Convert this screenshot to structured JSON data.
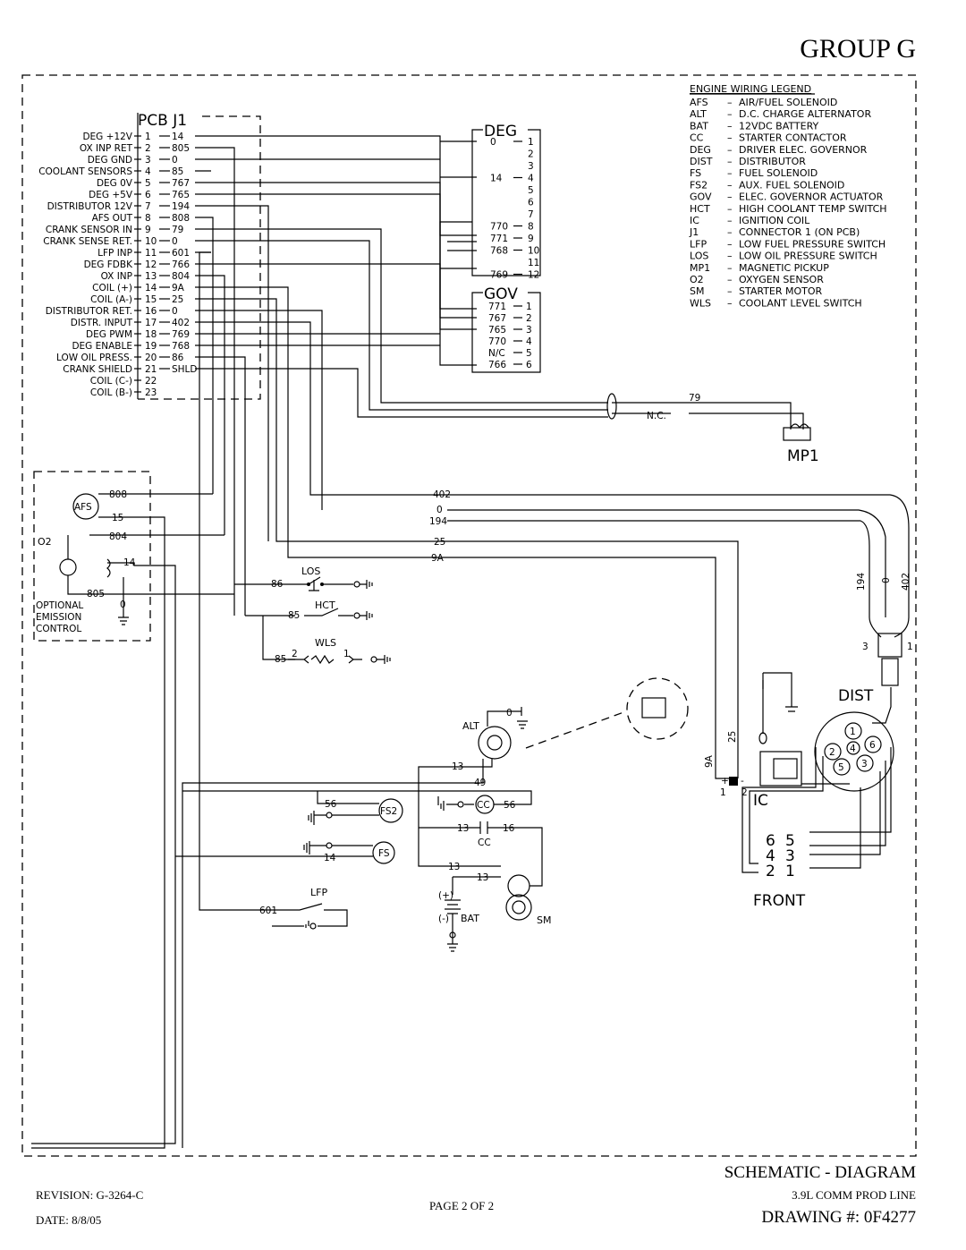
{
  "header": {
    "group": "GROUP G"
  },
  "pcb": {
    "title": "PCB J1",
    "pins": [
      {
        "name": "DEG +12V",
        "num": "1",
        "wire": "14"
      },
      {
        "name": "OX INP RET",
        "num": "2",
        "wire": "805"
      },
      {
        "name": "DEG GND",
        "num": "3",
        "wire": "0"
      },
      {
        "name": "COOLANT SENSORS",
        "num": "4",
        "wire": "85"
      },
      {
        "name": "DEG 0V",
        "num": "5",
        "wire": "767"
      },
      {
        "name": "DEG +5V",
        "num": "6",
        "wire": "765"
      },
      {
        "name": "DISTRIBUTOR 12V",
        "num": "7",
        "wire": "194"
      },
      {
        "name": "AFS OUT",
        "num": "8",
        "wire": "808"
      },
      {
        "name": "CRANK SENSOR IN",
        "num": "9",
        "wire": "79"
      },
      {
        "name": "CRANK SENSE RET.",
        "num": "10",
        "wire": "0"
      },
      {
        "name": "LFP INP",
        "num": "11",
        "wire": "601"
      },
      {
        "name": "DEG FDBK",
        "num": "12",
        "wire": "766"
      },
      {
        "name": "OX INP",
        "num": "13",
        "wire": "804"
      },
      {
        "name": "COIL (+)",
        "num": "14",
        "wire": "9A"
      },
      {
        "name": "COIL (A-)",
        "num": "15",
        "wire": "25"
      },
      {
        "name": "DISTRIBUTOR RET.",
        "num": "16",
        "wire": "0"
      },
      {
        "name": "DISTR. INPUT",
        "num": "17",
        "wire": "402"
      },
      {
        "name": "DEG PWM",
        "num": "18",
        "wire": "769"
      },
      {
        "name": "DEG ENABLE",
        "num": "19",
        "wire": "768"
      },
      {
        "name": "LOW OIL PRESS.",
        "num": "20",
        "wire": "86"
      },
      {
        "name": "CRANK SHIELD",
        "num": "21",
        "wire": "SHLD"
      },
      {
        "name": "COIL (C-)",
        "num": "22",
        "wire": ""
      },
      {
        "name": "COIL (B-)",
        "num": "23",
        "wire": ""
      }
    ]
  },
  "deg": {
    "title": "DEG",
    "pins": [
      {
        "wire": "0",
        "num": "1"
      },
      {
        "wire": "",
        "num": "2"
      },
      {
        "wire": "",
        "num": "3"
      },
      {
        "wire": "14",
        "num": "4"
      },
      {
        "wire": "",
        "num": "5"
      },
      {
        "wire": "",
        "num": "6"
      },
      {
        "wire": "",
        "num": "7"
      },
      {
        "wire": "770",
        "num": "8"
      },
      {
        "wire": "771",
        "num": "9"
      },
      {
        "wire": "768",
        "num": "10"
      },
      {
        "wire": "",
        "num": "11"
      },
      {
        "wire": "769",
        "num": "12"
      }
    ]
  },
  "gov": {
    "title": "GOV",
    "pins": [
      {
        "wire": "771",
        "num": "1"
      },
      {
        "wire": "767",
        "num": "2"
      },
      {
        "wire": "765",
        "num": "3"
      },
      {
        "wire": "770",
        "num": "4"
      },
      {
        "wire": "N/C",
        "num": "5"
      },
      {
        "wire": "766",
        "num": "6"
      }
    ]
  },
  "legend": {
    "title": "ENGINE WIRING LEGEND",
    "items": [
      {
        "abbr": "AFS",
        "desc": "AIR/FUEL SOLENOID"
      },
      {
        "abbr": "ALT",
        "desc": "D.C. CHARGE ALTERNATOR"
      },
      {
        "abbr": "BAT",
        "desc": "12VDC BATTERY"
      },
      {
        "abbr": "CC",
        "desc": "STARTER CONTACTOR"
      },
      {
        "abbr": "DEG",
        "desc": "DRIVER ELEC. GOVERNOR"
      },
      {
        "abbr": "DIST",
        "desc": "DISTRIBUTOR"
      },
      {
        "abbr": "FS",
        "desc": "FUEL SOLENOID"
      },
      {
        "abbr": "FS2",
        "desc": "AUX. FUEL SOLENOID"
      },
      {
        "abbr": "GOV",
        "desc": "ELEC. GOVERNOR ACTUATOR"
      },
      {
        "abbr": "HCT",
        "desc": "HIGH COOLANT TEMP SWITCH"
      },
      {
        "abbr": "IC",
        "desc": "IGNITION COIL"
      },
      {
        "abbr": "J1",
        "desc": "CONNECTOR 1 (ON PCB)"
      },
      {
        "abbr": "LFP",
        "desc": "LOW FUEL PRESSURE SWITCH"
      },
      {
        "abbr": "LOS",
        "desc": "LOW OIL PRESSURE SWITCH"
      },
      {
        "abbr": "MP1",
        "desc": "MAGNETIC PICKUP"
      },
      {
        "abbr": "O2",
        "desc": "OXYGEN SENSOR"
      },
      {
        "abbr": "SM",
        "desc": "STARTER MOTOR"
      },
      {
        "abbr": "WLS",
        "desc": "COOLANT LEVEL SWITCH"
      }
    ]
  },
  "labels": {
    "mp1": "MP1",
    "nc": "N.C.",
    "w79": "79",
    "w402": "402",
    "w0": "0",
    "w194": "194",
    "w25": "25",
    "w9a": "9A",
    "los": "LOS",
    "hct": "HCT",
    "wls": "WLS",
    "w86": "86",
    "w85a": "85",
    "w85b": "85",
    "wls2": "2",
    "wls1": "1",
    "afs": "AFS",
    "w808": "808",
    "w15": "15",
    "o2": "O2",
    "w804": "804",
    "w14": "14",
    "w805": "805",
    "w0b": "0",
    "optional": [
      "OPTIONAL",
      "EMISSION",
      "CONTROL"
    ],
    "alt": "ALT",
    "alt0": "0",
    "w13a": "13",
    "w49": "49",
    "fs2": "FS2",
    "w56a": "56",
    "cc": "CC",
    "w56b": "56",
    "w13b": "13",
    "w16": "16",
    "cc2": "CC",
    "fs": "FS",
    "w14b": "14",
    "w13c": "13",
    "w13d": "13",
    "lfp": "LFP",
    "w601": "601",
    "bat": "BAT",
    "batp": "(+)",
    "batn": "(-)",
    "sm": "SM",
    "dist": "DIST",
    "ic": "IC",
    "ic1": "1",
    "ic2": "2",
    "icp": "+",
    "icm": "-",
    "d194": "194",
    "d0": "0",
    "d402": "402",
    "d3": "3",
    "d1": "1",
    "d9a": "9A",
    "d25": "25",
    "front": "FRONT",
    "fo": [
      "6",
      "5",
      "4",
      "3",
      "2",
      "1"
    ],
    "cap": [
      "1",
      "6",
      "2",
      "5",
      "3",
      "4"
    ]
  },
  "footer": {
    "title": "SCHEMATIC - DIAGRAM",
    "revision": "REVISION: G-3264-C",
    "date": "DATE: 8/8/05",
    "page": "PAGE 2 OF 2",
    "product": "3.9L COMM PROD LINE",
    "drawing": "DRAWING #: 0F4277"
  }
}
